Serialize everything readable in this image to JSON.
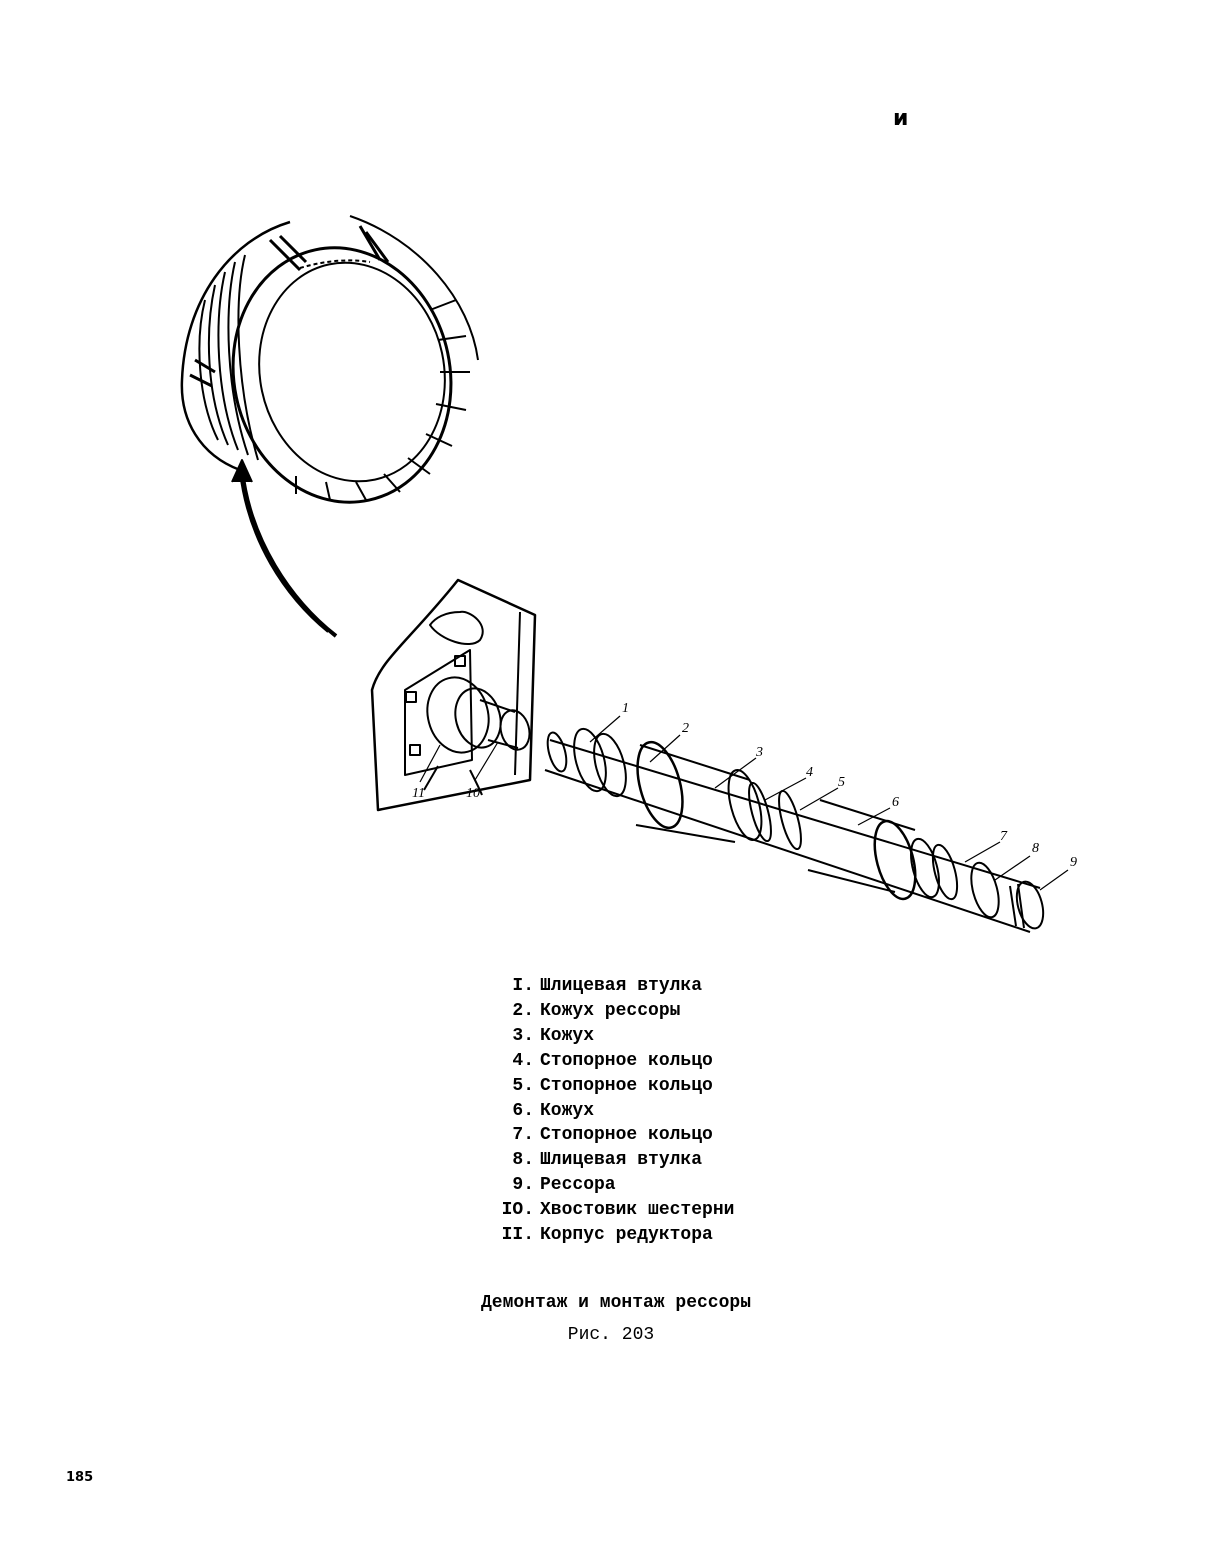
{
  "header_mark": "и",
  "figure": {
    "callouts": [
      "1",
      "2",
      "3",
      "4",
      "5",
      "6",
      "7",
      "8",
      "9",
      "10",
      "11"
    ]
  },
  "legend": [
    {
      "num": "I.",
      "text": "Шлицевая втулка"
    },
    {
      "num": "2.",
      "text": "Кожух рессоры"
    },
    {
      "num": "3.",
      "text": "Кожух"
    },
    {
      "num": "4.",
      "text": "Стопорное кольцо"
    },
    {
      "num": "5.",
      "text": "Стопорное кольцо"
    },
    {
      "num": "6.",
      "text": "Кожух"
    },
    {
      "num": "7.",
      "text": "Стопорное кольцо"
    },
    {
      "num": "8.",
      "text": "Шлицевая втулка"
    },
    {
      "num": "9.",
      "text": "Рессора"
    },
    {
      "num": "IO.",
      "text": "Хвостовик шестерни"
    },
    {
      "num": "II.",
      "text": "Корпус редуктора"
    }
  ],
  "caption": {
    "title": "Демонтаж и монтаж рессоры",
    "figure_label": "Рис. 203"
  },
  "page_number": "185"
}
